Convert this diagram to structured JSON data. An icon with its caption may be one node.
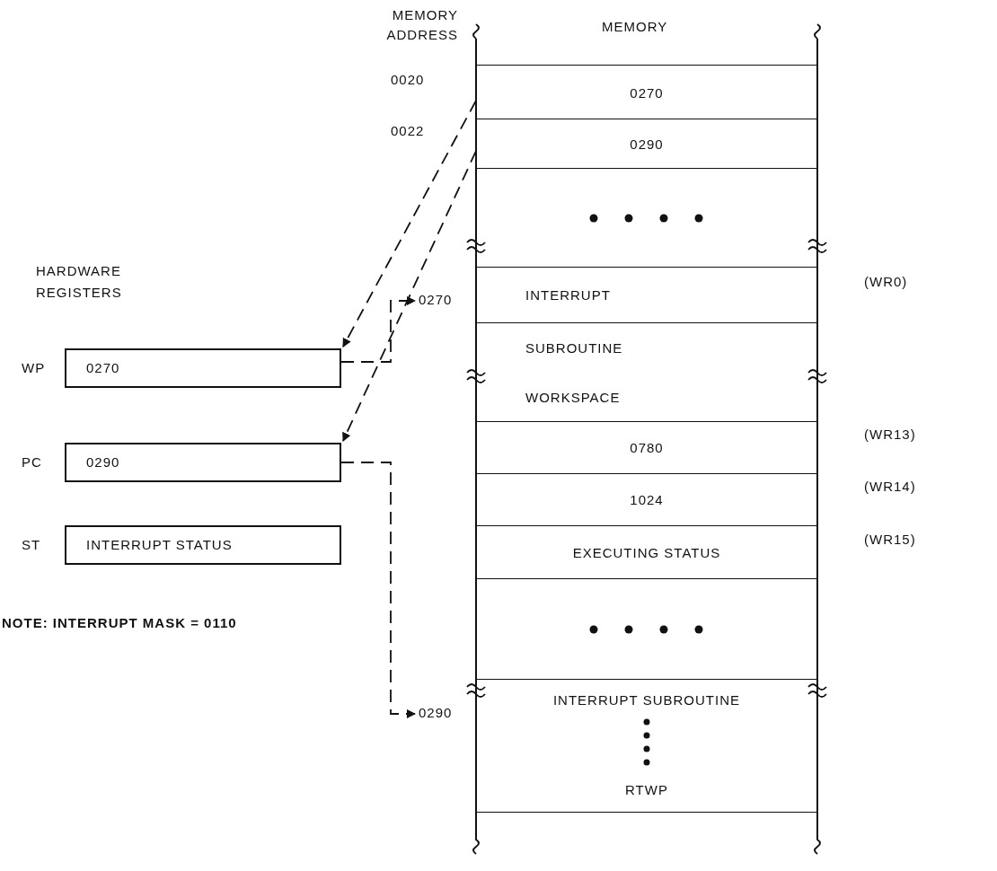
{
  "diagram": {
    "nodes": [
      {
        "text": [
          "MEMORY"
        ]
      },
      {
        "text": [
          "0270"
        ],
        "in": 0,
        "beside": [
          "0020"
        ]
      },
      {
        "text": [
          "0290"
        ],
        "in": 0,
        "beside": [
          "0022"
        ]
      },
      {
        "text": [],
        "shape": "box",
        "in": 0
      },
      {
        "text": [
          "INTERRUPT"
        ],
        "in": 0,
        "beside": [
          "(WR0)"
        ]
      },
      {
        "text": [
          "SUBROUTINE WORKSPACE"
        ],
        "in": 0
      },
      {
        "text": [
          "0780"
        ],
        "in": 0,
        "beside": [
          "(WR13)"
        ]
      },
      {
        "text": [
          "1024"
        ],
        "in": 0,
        "beside": [
          "(WR14)"
        ]
      },
      {
        "text": [
          "EXECUTING STATUS"
        ],
        "in": 0,
        "beside": [
          "(WR15)"
        ]
      },
      {
        "text": [],
        "shape": "box",
        "in": 0
      },
      {
        "text": [
          "INTERRUPT SUBROUTINE",
          "RTWP"
        ],
        "in": 0
      },
      {
        "text": [
          "0270"
        ],
        "beside": [
          "WP"
        ]
      },
      {
        "text": [
          "0290"
        ],
        "beside": [
          "PC"
        ]
      },
      {
        "text": [
          "INTERRUPT STATUS"
        ],
        "beside": [
          "ST"
        ]
      },
      {
        "text": [
          "0270"
        ]
      },
      {
        "text": [
          "0290"
        ]
      }
    ],
    "edges": [
      {
        "from": 1,
        "to": 11,
        "arrow": "to",
        "style": "dashed"
      },
      {
        "from": 2,
        "to": 12,
        "arrow": "to",
        "style": "dashed"
      },
      {
        "from": 11,
        "to": 14,
        "arrow": "to",
        "style": "dashed"
      },
      {
        "from": 12,
        "to": 15,
        "arrow": "to",
        "style": "dashed"
      }
    ],
    "labels": [
      "MEMORY ADDRESS",
      "HARDWARE REGISTERS",
      "NOTE: INTERRUPT MASK = 0110"
    ]
  }
}
